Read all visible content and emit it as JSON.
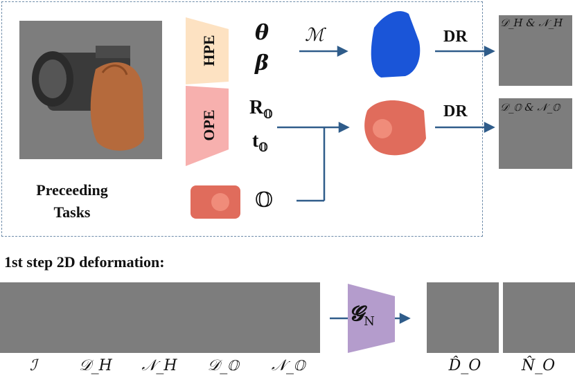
{
  "preceding": {
    "label_line1": "Preceeding",
    "label_line2": "Tasks"
  },
  "encoders": {
    "hpe": "HPE",
    "ope": "OPE"
  },
  "params": {
    "theta": "θ",
    "beta": "β",
    "rotation": "R",
    "translation": "t",
    "object_symbol": "𝕆"
  },
  "arrows": {
    "mano": "ℳ",
    "dr_top": "DR",
    "dr_bottom": "DR"
  },
  "renders": {
    "hand_label": "𝒟_H & 𝒩_H",
    "object_label": "𝒟_𝕆 & 𝒩_𝕆"
  },
  "step_title": "1st step 2D deformation:",
  "generator": {
    "symbol": "𝓖",
    "subscript": "N"
  },
  "bottom_labels": [
    "ℐ",
    "𝒟_H",
    "𝒩_H",
    "𝒟_𝕆",
    "𝒩_𝕆",
    "D̂_O",
    "N̂_O"
  ],
  "colors": {
    "hpe": "#fde2c2",
    "ope": "#f7b0ae",
    "generator": "#b49ccc",
    "arrow": "#2f5c8a",
    "tile_bg": "#7d7d7d",
    "hand_blue": "#1a55d8",
    "object_red": "#e06c5c"
  }
}
